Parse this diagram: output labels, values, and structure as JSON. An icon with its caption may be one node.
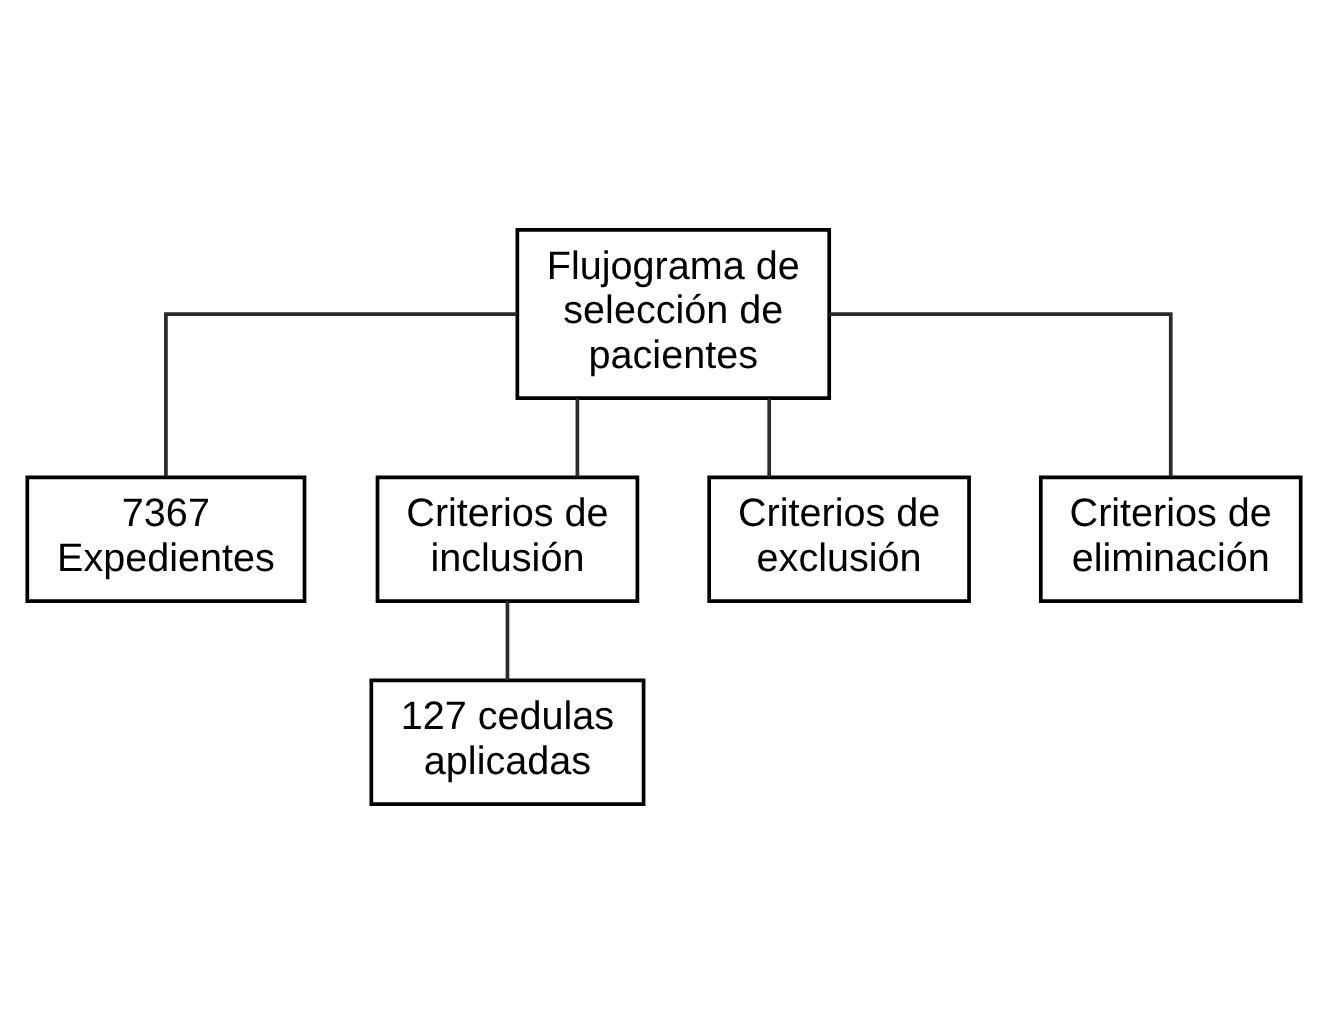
{
  "diagram": {
    "nodes": [
      {
        "text": [
          "Flujograma de selección de pacientes"
        ]
      },
      {
        "text": [
          "7367 Expedientes"
        ]
      },
      {
        "text": [
          "Criterios de inclusión"
        ]
      },
      {
        "text": [
          "Criterios de exclusión"
        ]
      },
      {
        "text": [
          "Criterios de eliminación"
        ]
      },
      {
        "text": [
          "127 cedulas aplicadas"
        ]
      }
    ],
    "edges": [
      {
        "from": 0,
        "to": 1,
        "arrow": "none"
      },
      {
        "from": 0,
        "to": 2,
        "arrow": "none"
      },
      {
        "from": 0,
        "to": 3,
        "arrow": "none"
      },
      {
        "from": 0,
        "to": 4,
        "arrow": "none"
      },
      {
        "from": 2,
        "to": 5,
        "arrow": "none"
      }
    ]
  }
}
